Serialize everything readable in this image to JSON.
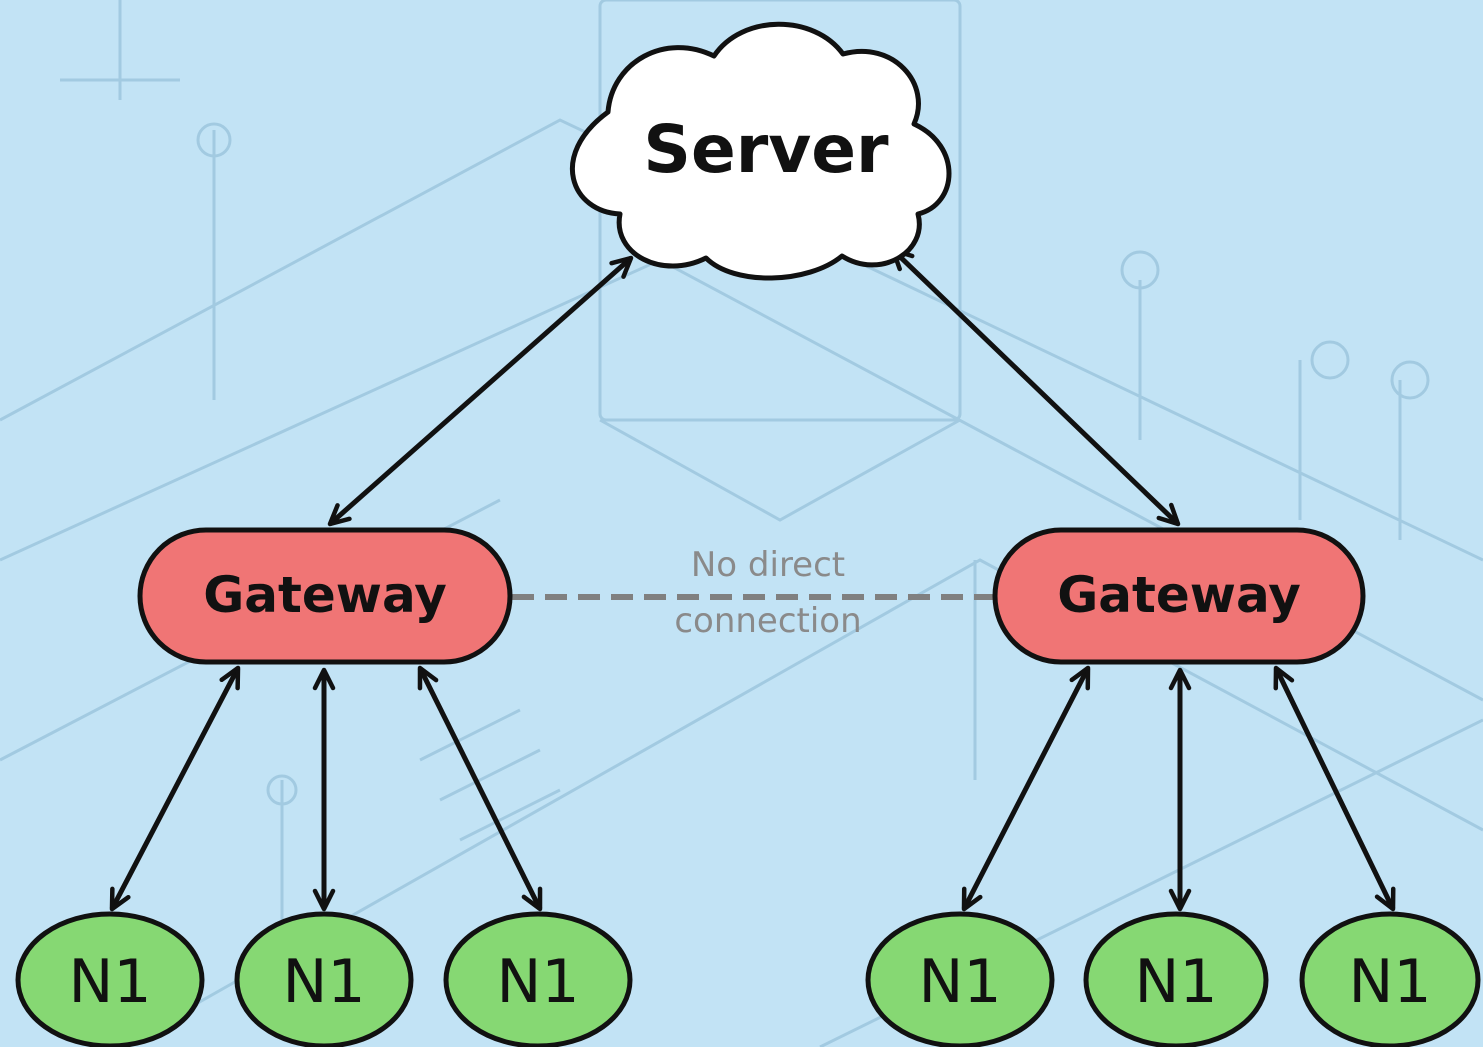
{
  "server": {
    "label": "Server"
  },
  "gateways": [
    {
      "label": "Gateway"
    },
    {
      "label": "Gateway"
    }
  ],
  "nodes": [
    {
      "label": "N1"
    },
    {
      "label": "N1"
    },
    {
      "label": "N1"
    },
    {
      "label": "N1"
    },
    {
      "label": "N1"
    },
    {
      "label": "N1"
    }
  ],
  "annotation": {
    "line1": "No direct",
    "line2": "connection"
  },
  "colors": {
    "background": "#c2e3f5",
    "background_lines": "#9fc8df",
    "gateway_fill": "#f07575",
    "node_fill": "#86d873",
    "cloud_fill": "#ffffff",
    "stroke": "#111111",
    "dashed_link": "#808080"
  }
}
